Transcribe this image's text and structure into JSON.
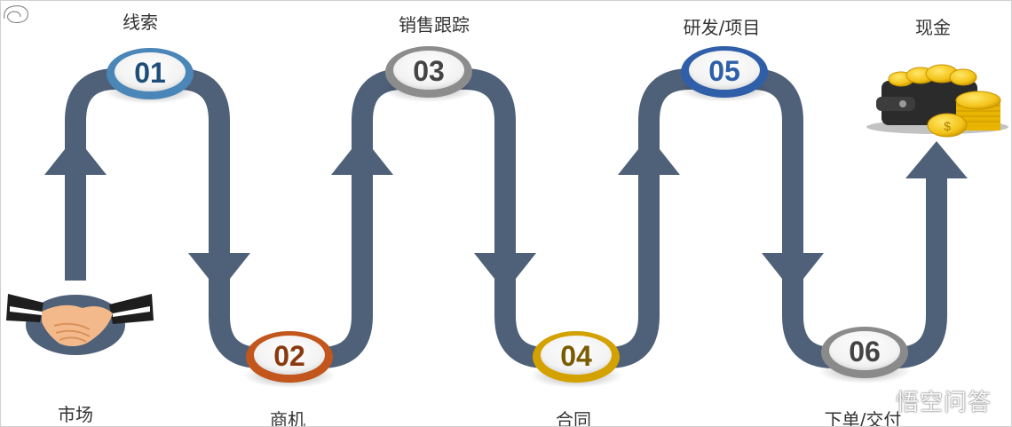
{
  "labels": {
    "market": "市场",
    "lead": "线索",
    "opportunity": "商机",
    "sales_tracking": "销售跟踪",
    "contract": "合同",
    "rnd_project": "研发/项目",
    "order_delivery": "下单/交付",
    "cash": "现金"
  },
  "steps": {
    "s01": "01",
    "s02": "02",
    "s03": "03",
    "s04": "04",
    "s05": "05",
    "s06": "06"
  },
  "colors": {
    "path": "#4f6079",
    "s01": "#4a86b8",
    "s02": "#c2561c",
    "s03": "#8c8c8c",
    "s04": "#d4a200",
    "s05": "#2f5fa8",
    "s06": "#8a8a8a"
  },
  "icons": {
    "start": "handshake-icon",
    "end": "wallet-coins-icon"
  },
  "watermark": "悟空问答"
}
